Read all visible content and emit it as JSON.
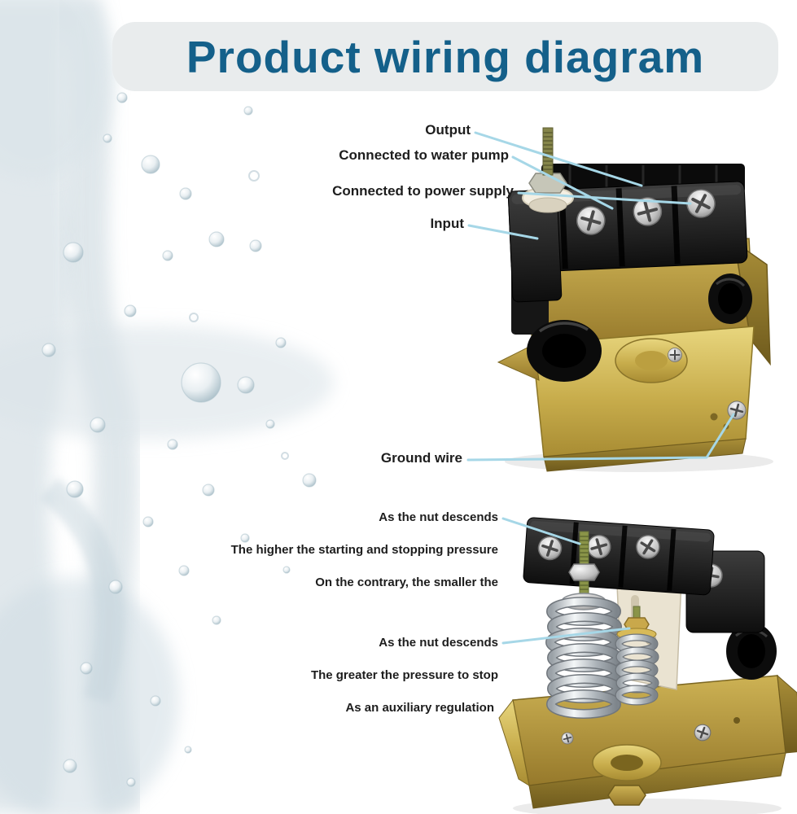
{
  "title": "Product wiring diagram",
  "colors": {
    "title_text": "#14608a",
    "banner_background": "#e9eced",
    "callout_line": "#a6d7e7",
    "label_text": "#1d1d1d",
    "brass": "#c8ad4c"
  },
  "top_diagram": {
    "labels": {
      "output": "Output",
      "water_pump": "Connected to water pump",
      "power_supply": "Connected to power supply",
      "input": "Input",
      "ground": "Ground wire"
    }
  },
  "bottom_diagram": {
    "group1": {
      "line1": "As the nut descends",
      "line2": "The higher the starting and stopping pressure",
      "line3": "On the contrary, the smaller the"
    },
    "group2": {
      "line1": "As the nut descends",
      "line2": "The greater the pressure to stop",
      "line3": "As an auxiliary regulation"
    }
  }
}
